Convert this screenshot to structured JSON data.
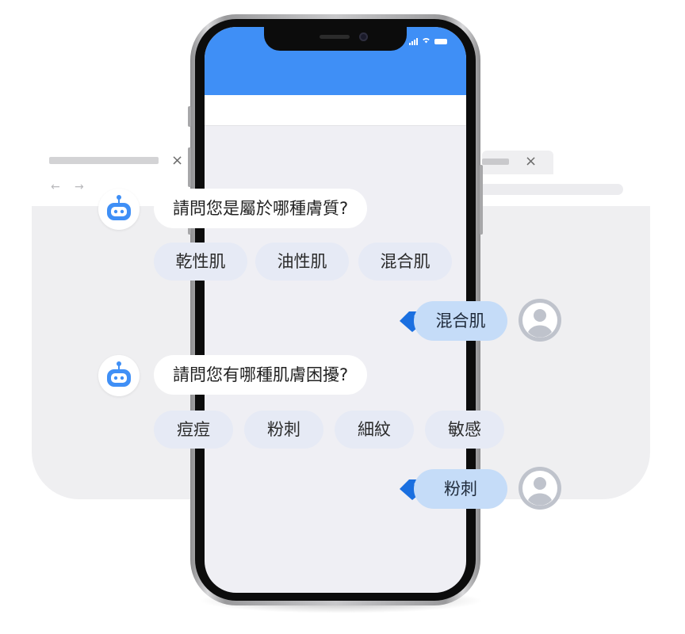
{
  "browser": {
    "close_glyph": "×",
    "back_glyph": "←",
    "forward_glyph": "→"
  },
  "phone": {
    "status_wifi": "wifi-icon",
    "status_signal": "signal-icon",
    "status_battery": "battery-icon",
    "header_color": "#3f8ff6"
  },
  "chat": {
    "q1": {
      "text": "請問您是屬於哪種膚質?",
      "options": [
        "乾性肌",
        "油性肌",
        "混合肌"
      ],
      "answer": "混合肌"
    },
    "q2": {
      "text": "請問您有哪種肌膚困擾?",
      "options": [
        "痘痘",
        "粉刺",
        "細紋",
        "敏感"
      ],
      "answer": "粉刺"
    }
  },
  "colors": {
    "bot_icon": "#3f8ff6",
    "chip_bg": "#e6eaf5",
    "user_bubble": "#c5dcf8",
    "tag": "#1a6fe0",
    "avatar": "#bfc3cc"
  }
}
